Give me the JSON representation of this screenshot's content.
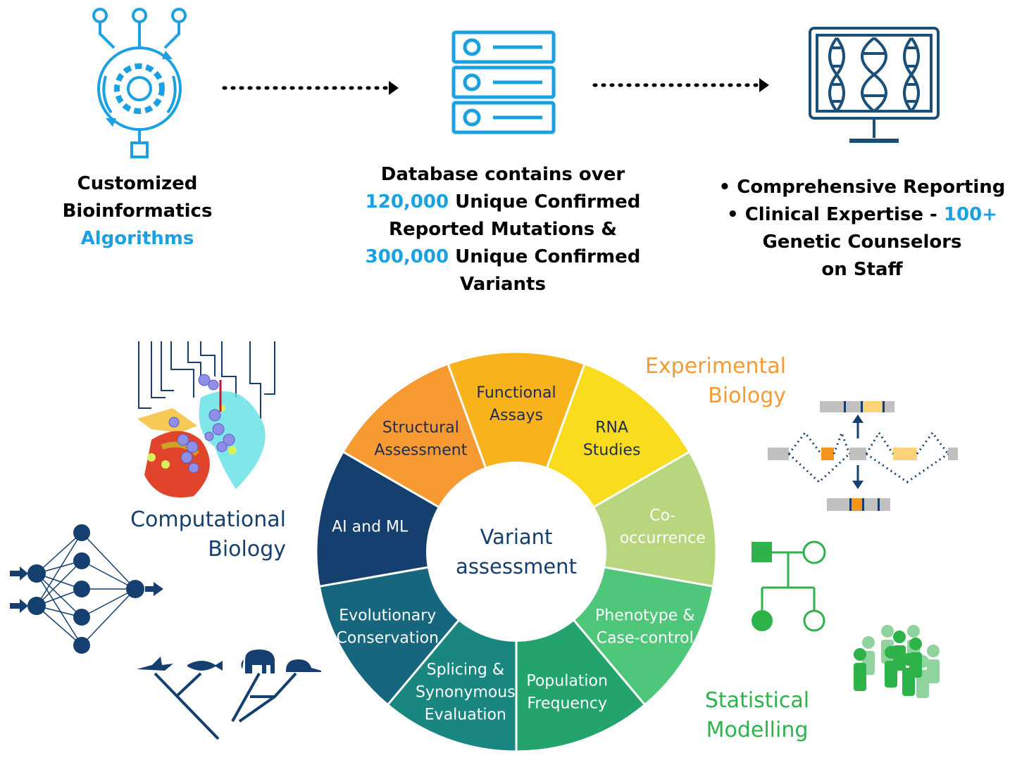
{
  "top": {
    "algorithms": {
      "line1": "Customized",
      "line2": "Bioinformatics",
      "line3": "Algorithms"
    },
    "database": {
      "line1": "Database contains over",
      "num1": "120,000",
      "line2_rest": " Unique Confirmed",
      "line3": "Reported Mutations &",
      "num2": "300,000",
      "line4_rest": " Unique Confirmed",
      "line5": "Variants"
    },
    "reporting": {
      "bullet1": "• Comprehensive Reporting",
      "bullet2_a": "• Clinical Expertise - ",
      "bullet2_num": "100+",
      "line3": "Genetic Counselors",
      "line4": "on Staff"
    }
  },
  "wheel": {
    "center": {
      "line1": "Variant",
      "line2": "assessment"
    },
    "segments": [
      {
        "lines": [
          "Functional",
          "Assays"
        ],
        "color": "#f8b21c"
      },
      {
        "lines": [
          "RNA",
          "Studies"
        ],
        "color": "#fadc1e"
      },
      {
        "lines": [
          "Co-",
          "occurrence"
        ],
        "color": "#b8d67e"
      },
      {
        "lines": [
          "Phenotype &",
          "Case-control"
        ],
        "color": "#4fc77a"
      },
      {
        "lines": [
          "Population",
          "Frequency"
        ],
        "color": "#23a46c"
      },
      {
        "lines": [
          "Splicing &",
          "Synonymous",
          "Evaluation"
        ],
        "color": "#1a8680"
      },
      {
        "lines": [
          "Evolutionary",
          "Conservation"
        ],
        "color": "#16677e"
      },
      {
        "lines": [
          "AI and ML"
        ],
        "color": "#143f6e"
      },
      {
        "lines": [
          "Structural",
          "Assessment"
        ],
        "color": "#f79a31"
      }
    ]
  },
  "categories": {
    "computational": {
      "line1": "Computational",
      "line2": "Biology",
      "color": "#143f6e"
    },
    "experimental": {
      "line1": "Experimental",
      "line2": "Biology",
      "color": "#f79a31"
    },
    "statistical": {
      "line1": "Statistical",
      "line2": "Modelling",
      "color": "#2db34a"
    }
  },
  "colors": {
    "accent_blue": "#1ba1e2",
    "navy": "#143f6e",
    "icon_dark": "#1a4f7a"
  },
  "icons": [
    "circuit-gear-icon",
    "server-stack-icon",
    "dna-monitor-icon",
    "protein-structure-icon",
    "neural-network-icon",
    "phylogeny-tree-icon",
    "splicing-diagram-icon",
    "pedigree-icon",
    "population-icon"
  ]
}
